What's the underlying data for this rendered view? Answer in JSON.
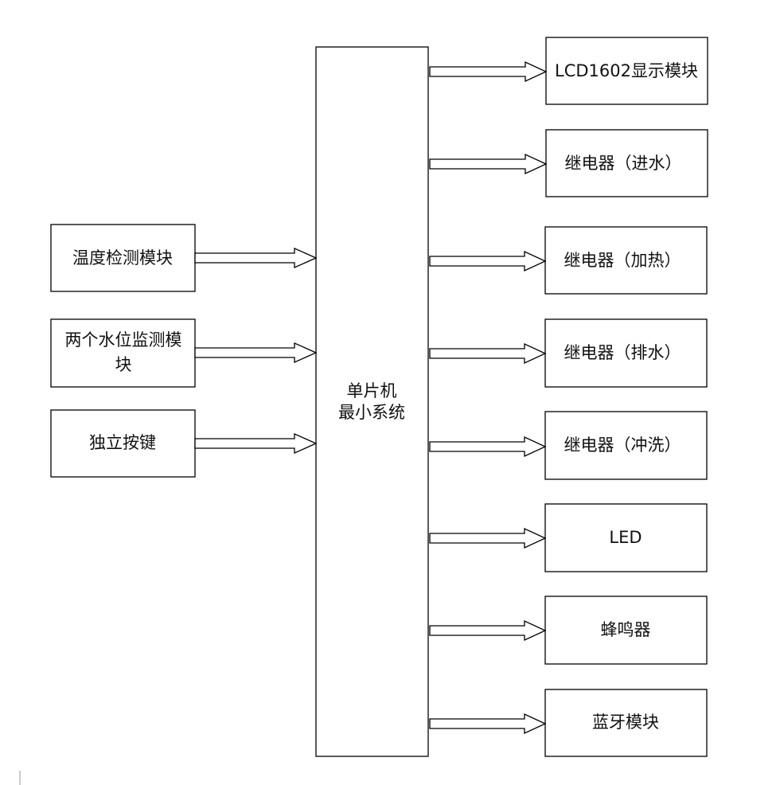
{
  "diagram": {
    "mcu": {
      "line1": "单片机",
      "line2": "最小系统"
    },
    "inputs": [
      {
        "id": "temp",
        "lines": [
          "温度检测模块"
        ]
      },
      {
        "id": "water-level",
        "lines": [
          "两个水位监测模",
          "块"
        ]
      },
      {
        "id": "keys",
        "lines": [
          "独立按键"
        ]
      }
    ],
    "outputs": [
      {
        "id": "lcd",
        "label": "LCD1602显示模块"
      },
      {
        "id": "relay-inlet",
        "label": "继电器（进水）"
      },
      {
        "id": "relay-heat",
        "label": "继电器（加热）"
      },
      {
        "id": "relay-drain",
        "label": "继电器（排水）"
      },
      {
        "id": "relay-flush",
        "label": "继电器（冲洗）"
      },
      {
        "id": "led",
        "label": "LED"
      },
      {
        "id": "buzzer",
        "label": "蜂鸣器"
      },
      {
        "id": "bluetooth",
        "label": "蓝牙模块"
      }
    ]
  }
}
